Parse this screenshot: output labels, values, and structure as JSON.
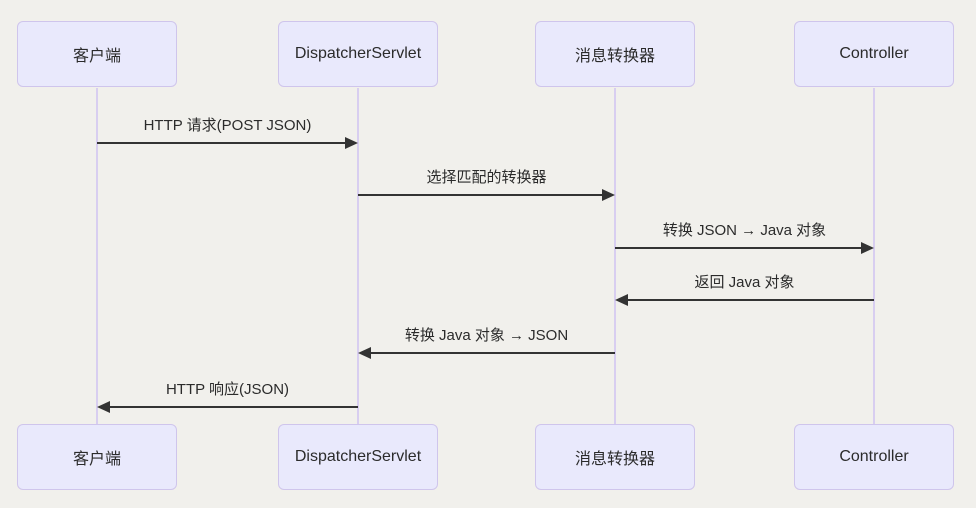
{
  "diagram": {
    "type": "sequence",
    "actors": [
      {
        "id": "client",
        "label": "客户端"
      },
      {
        "id": "dispatcher-servlet",
        "label": "DispatcherServlet"
      },
      {
        "id": "message-converter",
        "label": "消息转换器"
      },
      {
        "id": "controller",
        "label": "Controller"
      }
    ],
    "messages": [
      {
        "from": "客户端",
        "to": "DispatcherServlet",
        "direction": "right",
        "label": "HTTP 请求(POST JSON)"
      },
      {
        "from": "DispatcherServlet",
        "to": "消息转换器",
        "direction": "right",
        "label": "选择匹配的转换器"
      },
      {
        "from": "消息转换器",
        "to": "Controller",
        "direction": "right",
        "label": "转换 JSON → Java 对象"
      },
      {
        "from": "Controller",
        "to": "消息转换器",
        "direction": "left",
        "label": "返回 Java 对象"
      },
      {
        "from": "消息转换器",
        "to": "DispatcherServlet",
        "direction": "left",
        "label": "转换 Java 对象 → JSON"
      },
      {
        "from": "DispatcherServlet",
        "to": "客户端",
        "direction": "left",
        "label": "HTTP 响应(JSON)"
      }
    ],
    "colors": {
      "background": "#F1F0EC",
      "actor_fill": "#E9E9FC",
      "actor_border": "#CFC5EC",
      "lifeline": "#D8CEF0",
      "arrow": "#333333",
      "text": "#2B2B2B"
    }
  }
}
